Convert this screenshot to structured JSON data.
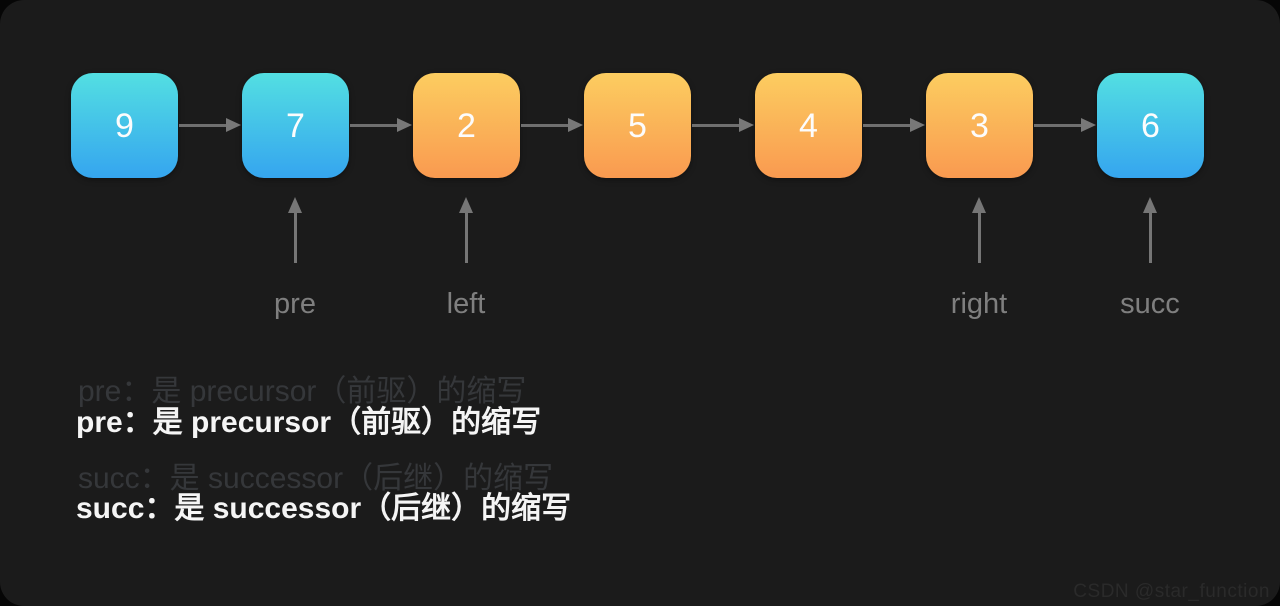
{
  "list": {
    "nodes": [
      {
        "value": "9",
        "variant": "cyan"
      },
      {
        "value": "7",
        "variant": "cyan"
      },
      {
        "value": "2",
        "variant": "orange"
      },
      {
        "value": "5",
        "variant": "orange"
      },
      {
        "value": "4",
        "variant": "orange"
      },
      {
        "value": "3",
        "variant": "orange"
      },
      {
        "value": "6",
        "variant": "cyan"
      }
    ]
  },
  "pointers": {
    "pre": {
      "label": "pre",
      "points_to_node_value": "7"
    },
    "left": {
      "label": "left",
      "points_to_node_value": "2"
    },
    "right": {
      "label": "right",
      "points_to_node_value": "3"
    },
    "succ": {
      "label": "succ",
      "points_to_node_value": "6"
    }
  },
  "notes": {
    "pre_ghost": "pre：是 precursor（前驱）的缩写",
    "pre_bright": "pre：是 precursor（前驱）的缩写",
    "succ_ghost": "succ：是 successor（后继）的缩写",
    "succ_bright": "succ：是 successor（后继）的缩写"
  },
  "watermark": "CSDN @star_function",
  "colors": {
    "panel_bg": "#1b1b1b",
    "outer_bg": "#060606",
    "cyan_top": "#53dfe2",
    "cyan_bottom": "#35a5ef",
    "orange_top": "#fccd60",
    "orange_bottom": "#f99a50",
    "arrow_gray": "#6f6f6f",
    "label_gray": "#7f7f7f",
    "text_bright": "#f5f5f5",
    "text_ghost": "#35373a"
  }
}
